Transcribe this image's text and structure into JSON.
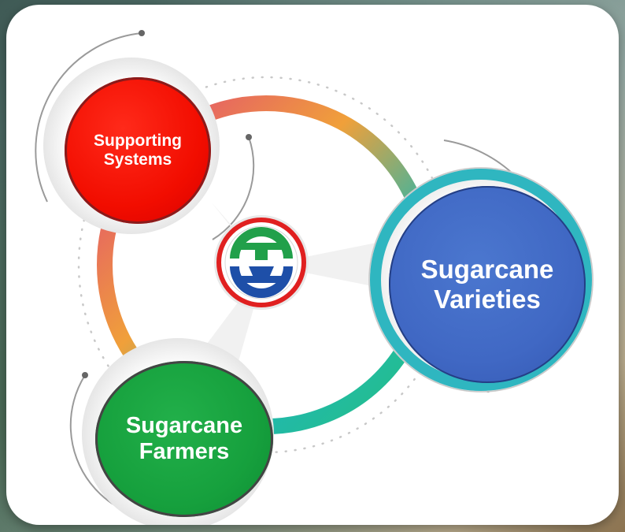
{
  "diagram": {
    "nodes": [
      {
        "id": "supporting-systems",
        "line1": "Supporting",
        "line2": "Systems",
        "color": "#f20d00"
      },
      {
        "id": "sugarcane-farmers",
        "line1": "Sugarcane",
        "line2": "Farmers",
        "color": "#16a03d"
      },
      {
        "id": "sugarcane-varieties",
        "line1": "Sugarcane",
        "line2": "Varieties",
        "color": "#4068c4"
      }
    ],
    "center_logo": {
      "icon": "organization-logo-icon",
      "ring_color": "#e02020",
      "top_color": "#21a04a",
      "bottom_color": "#1e4fa8"
    },
    "ring_gradient": [
      "#e0407a",
      "#f0a03a",
      "#20b8b0",
      "#26c080"
    ]
  }
}
